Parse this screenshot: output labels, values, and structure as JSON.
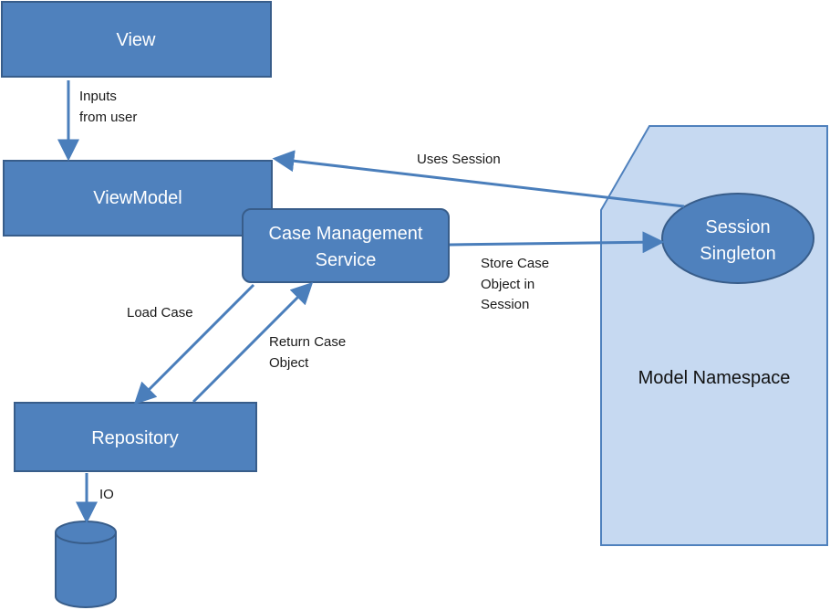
{
  "colors": {
    "box_fill": "#4f81bd",
    "box_stroke": "#385d8a",
    "namespace_fill": "#c6d9f1",
    "namespace_stroke": "#4f81bd",
    "arrow": "#4a7ebb",
    "box_text": "#ffffff",
    "label_text": "#1a1a1a"
  },
  "nodes": {
    "view": "View",
    "viewmodel": "ViewModel",
    "cms_line1": "Case Management",
    "cms_line2": "Service",
    "repository": "Repository",
    "session_line1": "Session",
    "session_line2": "Singleton",
    "model_namespace": "Model Namespace"
  },
  "edges": {
    "inputs_line1": "Inputs",
    "inputs_line2": "from user",
    "uses_session": "Uses Session",
    "store_line1": "Store Case",
    "store_line2": "Object in",
    "store_line3": "Session",
    "load_case": "Load Case",
    "return_line1": "Return Case",
    "return_line2": "Object",
    "io": "IO"
  },
  "icons": {
    "database": "database-cylinder-icon"
  }
}
